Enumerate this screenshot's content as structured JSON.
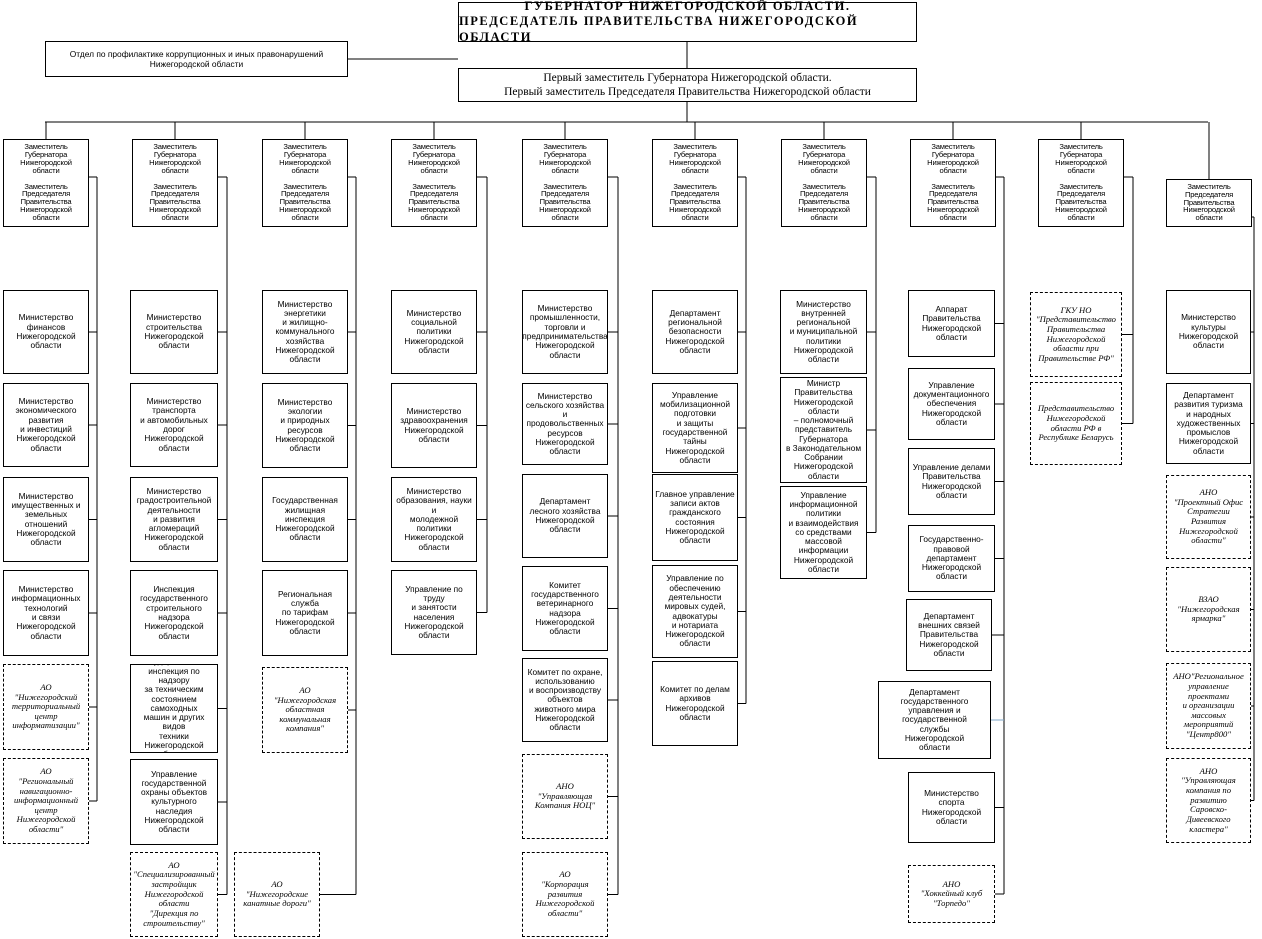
{
  "header": {
    "line1": "ГУБЕРНАТОР  НИЖЕГОРОДСКОЙ  ОБЛАСТИ.",
    "line2": "ПРЕДСЕДАТЕЛЬ  ПРАВИТЕЛЬСТВА  НИЖЕГОРОДСКОЙ  ОБЛАСТИ"
  },
  "anticorruption": {
    "line1": "Отдел по профилактике коррупционных и иных правонарушений",
    "line2": "Нижегородской области"
  },
  "first_deputy": {
    "line1": "Первый заместитель  Губернатора Нижегородской области.",
    "line2": "Первый заместитель Председателя Правительства Нижегородской области"
  },
  "deputies": [
    "Заместитель\nГубернатора\nНижегородской\nобласти\n\nЗаместитель\nПредседателя\nПравительства\nНижегородской области",
    "Заместитель\nГубернатора\nНижегородской\nобласти\n\nЗаместитель\nПредседателя\nПравительства\nНижегородской области",
    "Заместитель\nГубернатора\nНижегородской\nобласти\n\nЗаместитель\nПредседателя\nПравительства\nНижегородской области",
    "Заместитель\nГубернатора\nНижегородской\nобласти\n\nЗаместитель\nПредседателя\nПравительства\nНижегородской области",
    "Заместитель\nГубернатора\nНижегородской\nобласти\n\nЗаместитель\nПредседателя\nПравительства\nНижегородской области",
    "Заместитель\nГубернатора\nНижегородской\nобласти\n\nЗаместитель\nПредседателя\nПравительства\nНижегородской области",
    "Заместитель\nГубернатора\nНижегородской\nобласти\n\nЗаместитель\nПредседателя\nПравительства\nНижегородской области",
    "Заместитель\nГубернатора\nНижегородской\nобласти\n\nЗаместитель\nПредседателя\nПравительства\nНижегородской области",
    "Заместитель\nГубернатора\nНижегородской\nобласти\n\nЗаместитель\nПредседателя\nПравительства\nНижегородской области",
    "Заместитель\nПредседателя\nПравительства\nНижегородской области"
  ],
  "columns": [
    [
      {
        "text": "Министерство\nфинансов\nНижегородской\nобласти",
        "dashed": false
      },
      {
        "text": "Министерство\nэкономического\nразвития\nи инвестиций\nНижегородской\nобласти",
        "dashed": false
      },
      {
        "text": "Министерство\nимущественных  и\nземельных\nотношений\nНижегородской\nобласти",
        "dashed": false
      },
      {
        "text": "Министерство\nинформационных\nтехнологий\nи связи\nНижегородской\nобласти",
        "dashed": false
      },
      {
        "text": "АО\n\"Нижегородский\nтерриториальный\nцентр\nинформатизации\"",
        "dashed": true
      },
      {
        "text": "АО\n\"Региональный\nнавигационно-\nинформационный\nцентр\nНижегородской\nобласти\"",
        "dashed": true
      }
    ],
    [
      {
        "text": "Министерство\nстроительства\nНижегородской\nобласти",
        "dashed": false
      },
      {
        "text": "Министерство\nтранспорта\nи автомобильных\nдорог\nНижегородской\nобласти",
        "dashed": false
      },
      {
        "text": "Министерство\nградостроительной\nдеятельности\nи развития\nагломераций\nНижегородской\nобласти",
        "dashed": false
      },
      {
        "text": "Инспекция\nгосударственного\nстроительного\nнадзора\nНижегородской\nобласти",
        "dashed": false
      },
      {
        "text": "Государственная\nинспекция по надзору\nза техническим\nсостоянием самоходных\nмашин и других видов\nтехники\nНижегородской\nобласти",
        "dashed": false
      },
      {
        "text": "Управление\nгосударственной\nохраны объектов\nкультурного наследия\nНижегородской\nобласти",
        "dashed": false
      },
      {
        "text": "АО\n\"Специализированный\nзастройщик\nНижегородской\nобласти\n\"Дирекция по\nстроительству\"",
        "dashed": true
      }
    ],
    [
      {
        "text": "Министерство\nэнергетики\nи жилищно-\nкоммунального\nхозяйства\nНижегородской\nобласти",
        "dashed": false
      },
      {
        "text": "Министерство\nэкологии\nи природных\nресурсов\nНижегородской\nобласти",
        "dashed": false
      },
      {
        "text": "Государственная\nжилищная\nинспекция\nНижегородской\nобласти",
        "dashed": false
      },
      {
        "text": "Региональная\nслужба\nпо тарифам\nНижегородской\nобласти",
        "dashed": false
      },
      {
        "text": "АО\n\"Нижегородская\nобластная\nкоммунальная\nкомпания\"",
        "dashed": true
      },
      {
        "text": "АО\n\"Нижегородские\nканатные дороги\"",
        "dashed": true
      }
    ],
    [
      {
        "text": "Министерство\nсоциальной\nполитики\nНижегородской\nобласти",
        "dashed": false
      },
      {
        "text": "Министерство\nздравоохранения\nНижегородской\nобласти",
        "dashed": false
      },
      {
        "text": "Министерство\nобразования, науки и\nмолодежной\nполитики\nНижегородской\nобласти",
        "dashed": false
      },
      {
        "text": "Управление по труду\nи занятости\nнаселения\nНижегородской\nобласти",
        "dashed": false
      }
    ],
    [
      {
        "text": "Министерство\nпромышленности,\nторговли и\nпредпринимательства\nНижегородской\nобласти",
        "dashed": false
      },
      {
        "text": "Министерство\nсельского хозяйства\nи\nпродовольственных\nресурсов\nНижегородской\nобласти",
        "dashed": false
      },
      {
        "text": "Департамент\nлесного хозяйства\nНижегородской\nобласти",
        "dashed": false
      },
      {
        "text": "Комитет\nгосударственного\nветеринарного\nнадзора\nНижегородской\nобласти",
        "dashed": false
      },
      {
        "text": "Комитет по охране,\nиспользованию\nи воспроизводству\nобъектов\nживотного мира\nНижегородской\nобласти",
        "dashed": false
      },
      {
        "text": "АНО\n\"Управляющая\nКомпания НОЦ\"",
        "dashed": true
      },
      {
        "text": "АО\n\"Корпорация\nразвития\nНижегородской\nобласти\"",
        "dashed": true
      }
    ],
    [
      {
        "text": "Департамент\nрегиональной\nбезопасности\nНижегородской\nобласти",
        "dashed": false
      },
      {
        "text": "Управление\nмобилизационной\nподготовки\nи защиты\nгосударственной\nтайны\nНижегородской\nобласти",
        "dashed": false
      },
      {
        "text": "Главное управление\nзаписи актов\nгражданского\nсостояния\nНижегородской\nобласти",
        "dashed": false
      },
      {
        "text": "Управление по\nобеспечению\nдеятельности\nмировых судей,\nадвокатуры\nи нотариата\nНижегородской\nобласти",
        "dashed": false
      },
      {
        "text": "Комитет  по делам\nархивов\nНижегородской\nобласти",
        "dashed": false
      }
    ],
    [
      {
        "text": "Министерство\nвнутренней\nрегиональной\nи муниципальной\nполитики\nНижегородской\nобласти",
        "dashed": false
      },
      {
        "text": "Министр\nПравительства\nНижегородской\nобласти\n– полномочный\nпредставитель\nГубернатора\nв Законодательном\nСобрании\nНижегородской\nобласти",
        "dashed": false
      },
      {
        "text": "Управление\nинформационной\nполитики\nи взаимодействия\nсо средствами\nмассовой\nинформации\nНижегородской\nобласти",
        "dashed": false
      }
    ],
    [
      {
        "text": "Аппарат\nПравительства\nНижегородской\nобласти",
        "dashed": false
      },
      {
        "text": "Управление\nдокументационного\nобеспечения\nНижегородской\nобласти",
        "dashed": false
      },
      {
        "text": "Управление делами\nПравительства\nНижегородской\nобласти",
        "dashed": false
      },
      {
        "text": "Государственно-\nправовой\nдепартамент\nНижегородской\nобласти",
        "dashed": false
      },
      {
        "text": "Департамент\nвнешних связей\nПравительства\nНижегородской\nобласти",
        "dashed": false
      },
      {
        "text": "Департамент\nгосударственного\nуправления и\nгосударственной\nслужбы\nНижегородской\nобласти",
        "dashed": false
      },
      {
        "text": "Министерство\nспорта\nНижегородской\nобласти",
        "dashed": false
      },
      {
        "text": "АНО\n\"Хоккейный клуб\n\"Торпедо\"",
        "dashed": true
      }
    ],
    [
      {
        "text": "ГКУ НО\n\"Представительство\nПравительства\nНижегородской\nобласти при\nПравительстве РФ\"",
        "dashed": true
      },
      {
        "text": "Представительство\nНижегородской\nобласти РФ в\nРеспублике Беларусь",
        "dashed": true
      }
    ],
    [
      {
        "text": "Министерство\nкультуры\nНижегородской\nобласти",
        "dashed": false
      },
      {
        "text": "Департамент\nразвития  туризма\nи народных\nхудожественных\nпромыслов\nНижегородской\nобласти",
        "dashed": false
      },
      {
        "text": "АНО\n\"Проектный Офис\nСтратегии\nРазвития\nНижегородской\nобласти\"",
        "dashed": true
      },
      {
        "text": "ВЗАО\n\"Нижегородская\nярмарка\"",
        "dashed": true
      },
      {
        "text": "АНО\"Региональное\nуправление\nпроектами\nи организации\nмассовых\nмероприятий\n\"Центр800\"",
        "dashed": true
      },
      {
        "text": "АНО\n\"Управляющая\nкомпания по\nразвитию\nСаровско-\nДивеевского\nкластера\"",
        "dashed": true
      }
    ]
  ]
}
